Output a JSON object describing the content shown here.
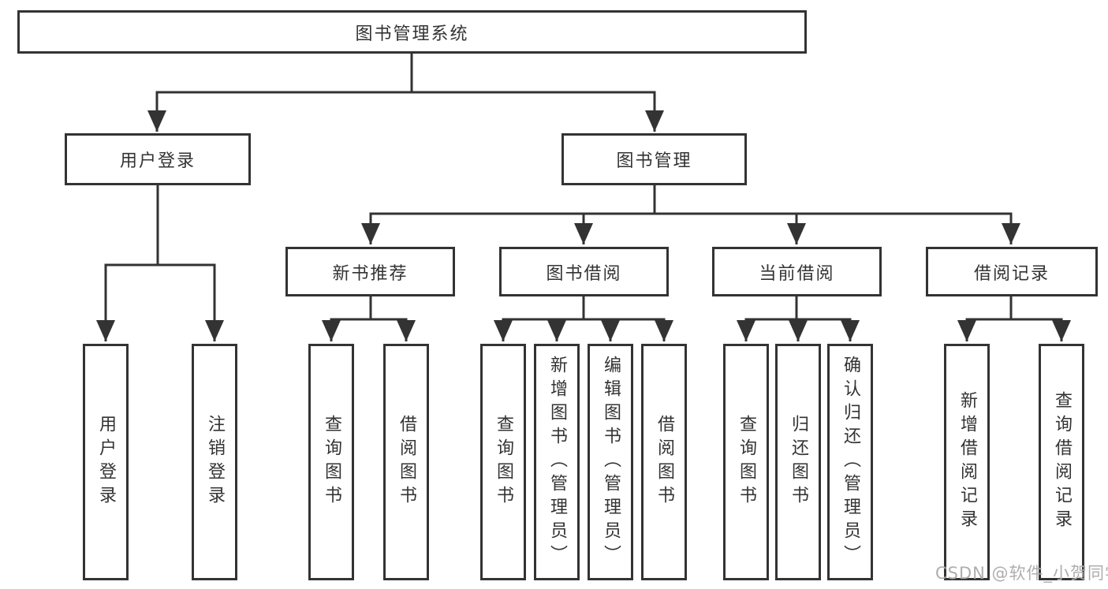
{
  "diagram": {
    "title": "图书管理系统",
    "tree": {
      "label": "图书管理系统",
      "children": [
        {
          "label": "用户登录",
          "children": [
            {
              "label": "用户登录"
            },
            {
              "label": "注销登录"
            }
          ]
        },
        {
          "label": "图书管理",
          "children": [
            {
              "label": "新书推荐",
              "children": [
                {
                  "label": "查询图书"
                },
                {
                  "label": "借阅图书"
                }
              ]
            },
            {
              "label": "图书借阅",
              "children": [
                {
                  "label": "查询图书"
                },
                {
                  "label": "新增图书（管理员）"
                },
                {
                  "label": "编辑图书（管理员）"
                },
                {
                  "label": "借阅图书"
                }
              ]
            },
            {
              "label": "当前借阅",
              "children": [
                {
                  "label": "查询图书"
                },
                {
                  "label": "归还图书"
                },
                {
                  "label": "确认归还（管理员）"
                }
              ]
            },
            {
              "label": "借阅记录",
              "children": [
                {
                  "label": "新增借阅记录"
                },
                {
                  "label": "查询借阅记录"
                }
              ]
            }
          ]
        }
      ]
    }
  },
  "watermark": {
    "text": "CSDN @软件_小贺同学"
  }
}
